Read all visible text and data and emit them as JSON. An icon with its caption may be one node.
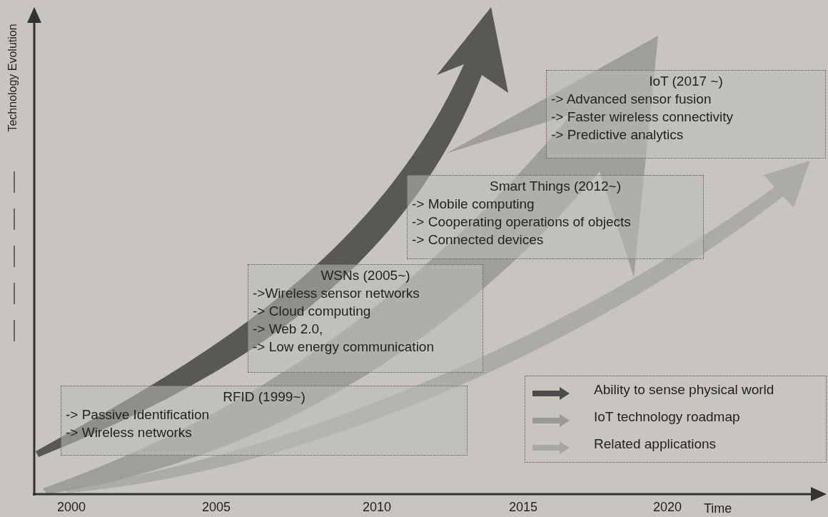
{
  "diagram": {
    "nodes": [
      {
        "text": [
          "RFID (1999~)",
          "-> Passive Identification",
          "-> Wireless networks"
        ]
      },
      {
        "text": [
          "WSNs (2005~)",
          "->Wireless sensor networks",
          "-> Cloud computing",
          "-> Web 2.0,",
          "-> Low energy communication"
        ]
      },
      {
        "text": [
          "Smart Things (2012~)",
          "-> Mobile computing",
          "-> Cooperating operations of objects",
          "-> Connected devices"
        ]
      },
      {
        "text": [
          "IoT (2017 ~)",
          "-> Advanced sensor fusion",
          "-> Faster wireless connectivity",
          "-> Predictive analytics"
        ]
      }
    ],
    "edges": [],
    "labels": [
      "Technology Evolution",
      "2000",
      "2005",
      "2010",
      "2015",
      "2020",
      "Time"
    ],
    "legend": [
      {
        "text": "Ability to sense physical world"
      },
      {
        "text": "IoT technology roadmap"
      },
      {
        "text": "Related applications"
      }
    ]
  }
}
